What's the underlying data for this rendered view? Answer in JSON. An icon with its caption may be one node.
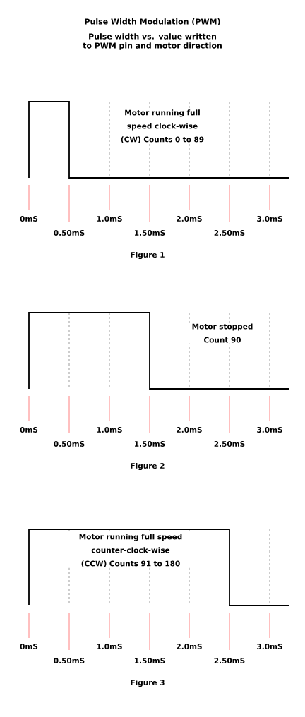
{
  "diagram": {
    "title": "Pulse Width Modulation (PWM)",
    "labels": [
      "Pulse width vs. value written to PWM pin and motor direction",
      "Motor running full speed clock-wise (CW) Counts 0 to 89",
      "0mS",
      "1.0mS",
      "2.0mS",
      "3.0mS",
      "0.50mS",
      "1.50mS",
      "2.50mS",
      "Figure 1",
      "Motor stopped Count 90",
      "0mS",
      "1.0mS",
      "2.0mS",
      "3.0mS",
      "0.50mS",
      "1.50mS",
      "2.50mS",
      "Figure 2",
      "Motor running full speed counter-clock-wise (CCW) Counts 91 to 180",
      "0mS",
      "1.0mS",
      "2.0mS",
      "3.0mS",
      "0.50mS",
      "1.50mS",
      "2.50mS",
      "Figure 3"
    ]
  }
}
